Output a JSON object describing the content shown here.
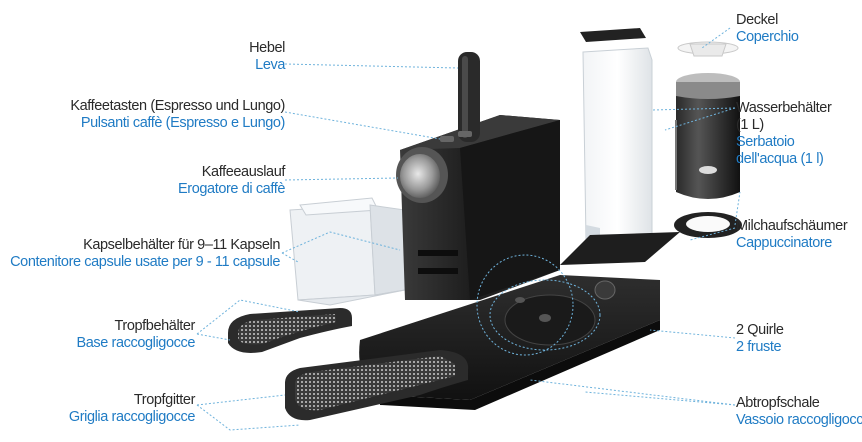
{
  "labels": {
    "hebel": {
      "de": "Hebel",
      "it": "Leva"
    },
    "kaffeetasten": {
      "de": "Kaffeetasten (Espresso und Lungo)",
      "it": "Pulsanti caffè (Espresso e Lungo)"
    },
    "kaffeeauslauf": {
      "de": "Kaffeeauslauf",
      "it": "Erogatore di caffè"
    },
    "kapselbehaelter": {
      "de": "Kapselbehälter für 9–11 Kapseln",
      "it": "Contenitore capsule usate per 9 - 11 capsule"
    },
    "tropfbehaelter": {
      "de": "Tropfbehälter",
      "it": "Base raccogligocce"
    },
    "tropfgitter": {
      "de": "Tropfgitter",
      "it": "Griglia raccogligocce"
    },
    "deckel": {
      "de": "Deckel",
      "it": "Coperchio"
    },
    "wasserbehaelter": {
      "de1": "Wasserbehälter",
      "de2": "(1 L)",
      "it1": "Serbatoio",
      "it2": "dell'acqua (1 l)"
    },
    "milchaufschaeumer": {
      "de": "Milchaufschäumer",
      "it": "Cappuccinatore"
    },
    "quirle": {
      "de": "2 Quirle",
      "it": "2 fruste"
    },
    "abtropfschale": {
      "de": "Abtropfschale",
      "it": "Vassoio raccogligocce"
    }
  },
  "colors": {
    "german_text": "#2a2a2a",
    "italian_text": "#1f7bc4",
    "leader_line": "#6fb3dc",
    "machine_body": "#222222"
  }
}
